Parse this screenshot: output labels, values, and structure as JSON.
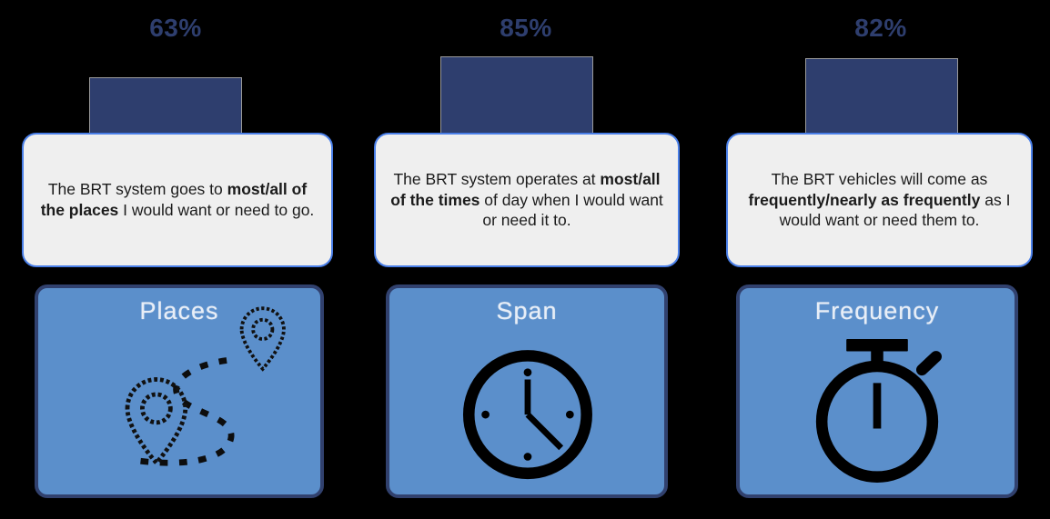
{
  "background_color": "#000000",
  "theme": {
    "bar_color": "#2E3E6E",
    "percent_color": "#2E3E6E",
    "card_fill": "#EFEFEF",
    "card_border": "#4A7FE8",
    "panel_fill": "#5B8FCB",
    "panel_border": "#31416E",
    "panel_title_color": "#E8EEF7",
    "icon_color": "#000000"
  },
  "chart_data": {
    "type": "bar",
    "title": "",
    "xlabel": "",
    "ylabel": "",
    "categories": [
      "Places",
      "Span",
      "Frequency"
    ],
    "values": [
      63,
      85,
      82
    ],
    "value_labels": [
      "63%",
      "85%",
      "82%"
    ],
    "ylim": [
      0,
      100
    ],
    "grid": false,
    "legend": "none"
  },
  "columns": [
    {
      "percent": "63%",
      "value": 63,
      "statement": {
        "before": "The BRT system goes to ",
        "bold": "most/all of the places",
        "after": " I would want or need to go."
      },
      "panel_title": "Places",
      "icon": "map-pins-route-icon"
    },
    {
      "percent": "85%",
      "value": 85,
      "statement": {
        "before": "The BRT system operates at ",
        "bold": "most/all of the times",
        "after": " of day when I would want or need it to."
      },
      "panel_title": "Span",
      "icon": "clock-icon"
    },
    {
      "percent": "82%",
      "value": 82,
      "statement": {
        "before": "The BRT vehicles will come as ",
        "bold": "frequently/nearly as frequently",
        "after": " as I would want or need them to."
      },
      "panel_title": "Frequency",
      "icon": "stopwatch-icon"
    }
  ]
}
